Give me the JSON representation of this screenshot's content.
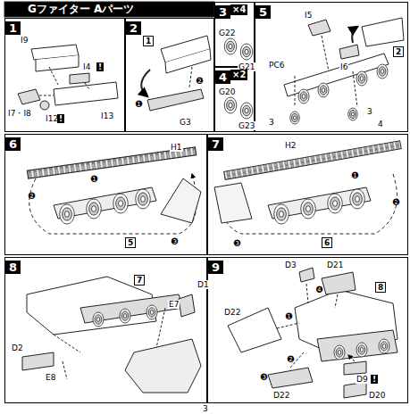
{
  "diagram": {
    "title": "Gファイター Aパーツ",
    "nodes": [
      {
        "text": [
          "1"
        ]
      },
      {
        "text": [
          "2"
        ]
      },
      {
        "text": [
          "3"
        ]
      },
      {
        "text": [
          "4"
        ]
      },
      {
        "text": [
          "5"
        ]
      },
      {
        "text": [
          "6"
        ]
      },
      {
        "text": [
          "7"
        ]
      },
      {
        "text": [
          "8"
        ]
      },
      {
        "text": [
          "9"
        ]
      }
    ],
    "labels": [
      "I9",
      "I4",
      "!",
      "I7・I8",
      "I12",
      "!",
      "I13",
      "1",
      "❶",
      "❷",
      "G3",
      "×4",
      "G22",
      "G21",
      "×2",
      "G20",
      "G23",
      "I5",
      "2",
      "PC6",
      "I6",
      "3",
      "3",
      "4",
      "H1",
      "❶",
      "❷",
      "❸",
      "5",
      "H2",
      "❶",
      "❷",
      "❸",
      "6",
      "7",
      "D1",
      "E7",
      "D2",
      "E8",
      "D3",
      "D21",
      "D22",
      "❹",
      "❶",
      "❷",
      "❸",
      "8",
      "D9",
      "!",
      "D22",
      "D20",
      "3"
    ]
  }
}
